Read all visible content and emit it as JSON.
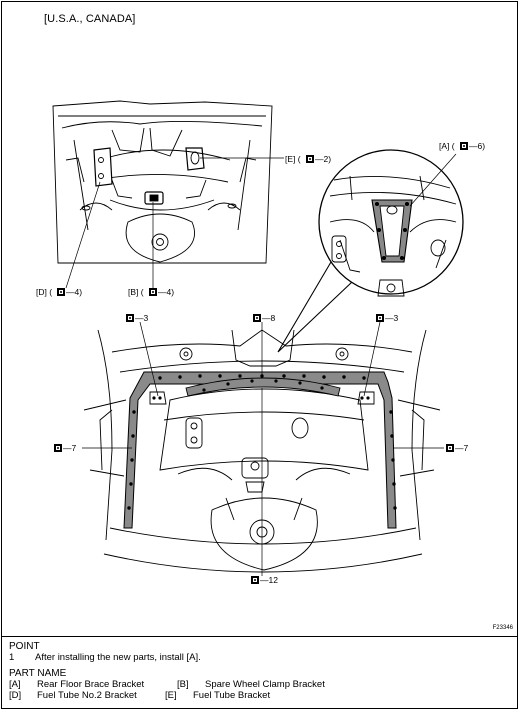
{
  "region_label": "[U.S.A., CANADA]",
  "figure_id": "F23346",
  "callouts": {
    "E": "[E] (",
    "E_val": "—2)",
    "A": "[A] (",
    "A_val": "—6)",
    "D": "[D] (",
    "D_val": "—4)",
    "B": "[B] (",
    "B_val": "—4)",
    "top_left": "—3",
    "top_center": "—8",
    "top_right": "—3",
    "left": "—7",
    "right": "—7",
    "bottom": "—12"
  },
  "point": {
    "heading": "POINT",
    "number": "1",
    "text": "After installing the new parts, install [A]."
  },
  "part_name": {
    "heading": "PART NAME",
    "rows": [
      {
        "tag1": "[A]",
        "name1": "Rear Floor Brace Bracket",
        "tag2": "[B]",
        "name2": "Spare Wheel Clamp Bracket"
      },
      {
        "tag1": "[D]",
        "name1": "Fuel Tube No.2 Bracket",
        "tag2": "[E]",
        "name2": "Fuel Tube Bracket"
      }
    ]
  }
}
